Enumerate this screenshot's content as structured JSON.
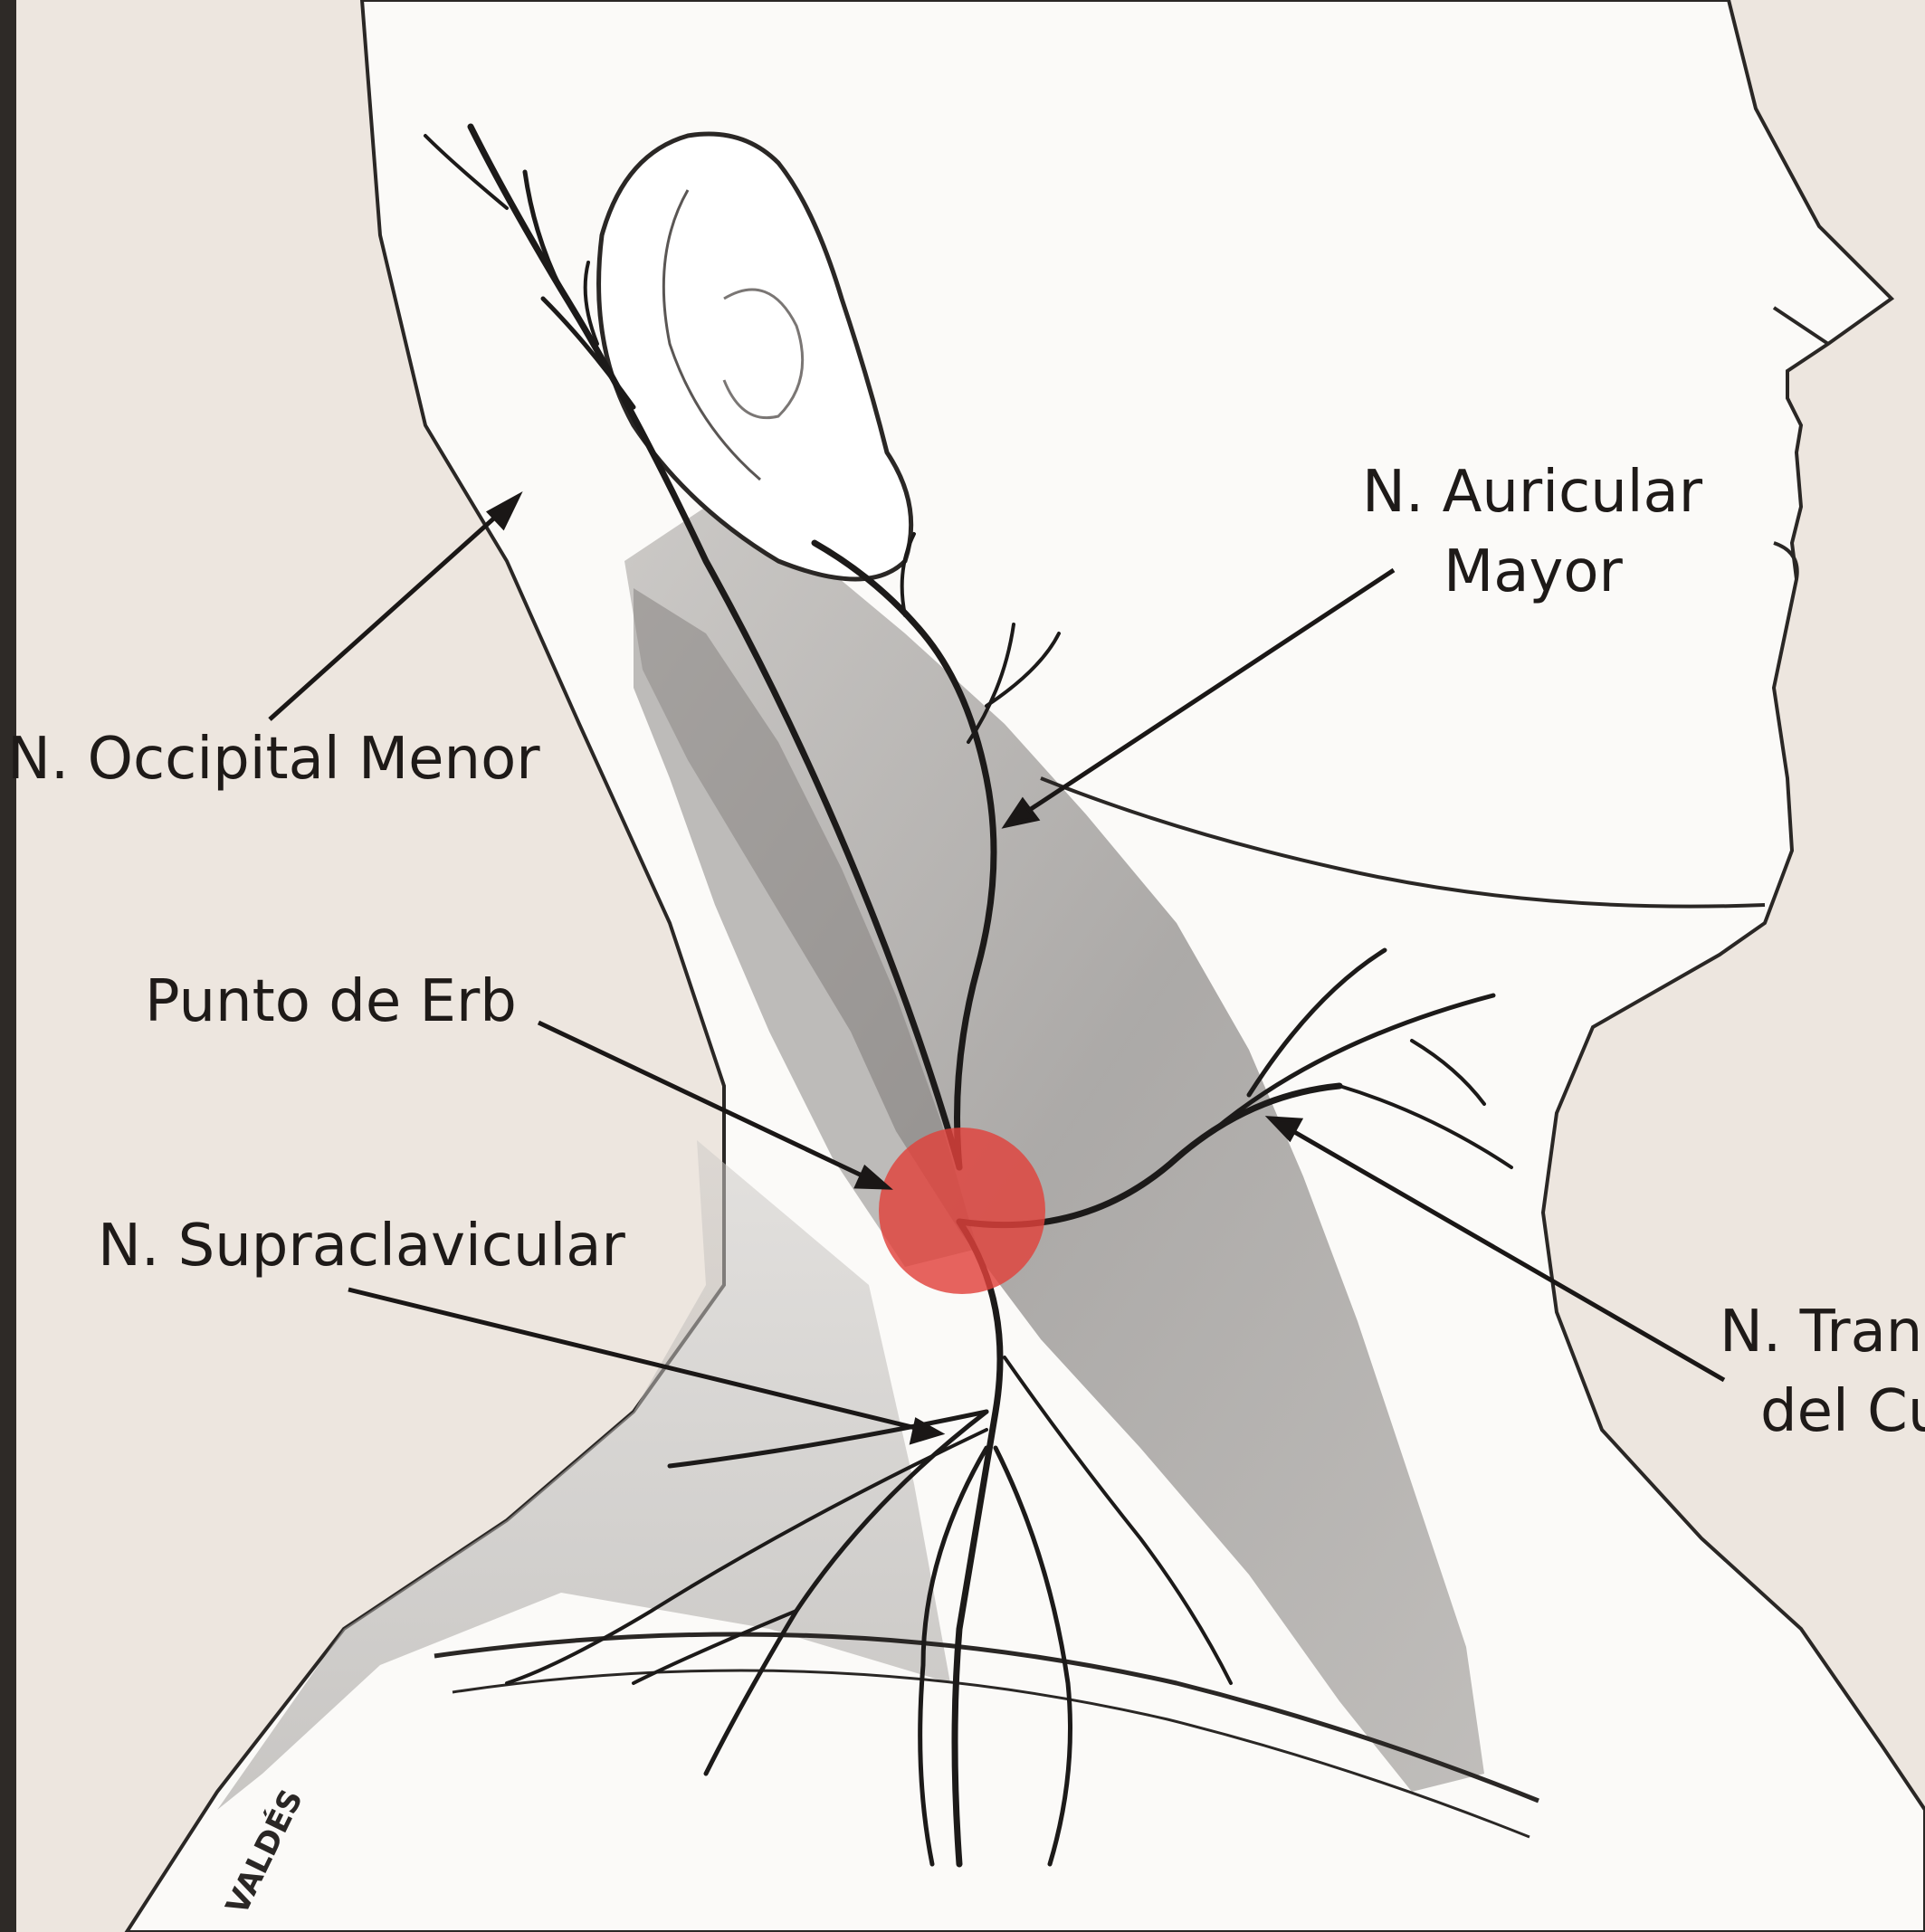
{
  "colors": {
    "background": "#ede6df",
    "skin": "#fbfaf8",
    "line": "#1c1a19",
    "muscle_shade": "#8d8a88",
    "erb_point": "#e0423c",
    "left_bar": "#2e2a27"
  },
  "labels": {
    "occipital_menor": "N. Occipital Menor",
    "auricular_mayor_line1": "N. Auricular",
    "auricular_mayor_line2": "Mayor",
    "punto_de_erb": "Punto de Erb",
    "supraclavicular": "N. Supraclavicular",
    "transverso_line1": "N. Trans",
    "transverso_line2": "del Cu"
  },
  "signature": "VALDÉS"
}
